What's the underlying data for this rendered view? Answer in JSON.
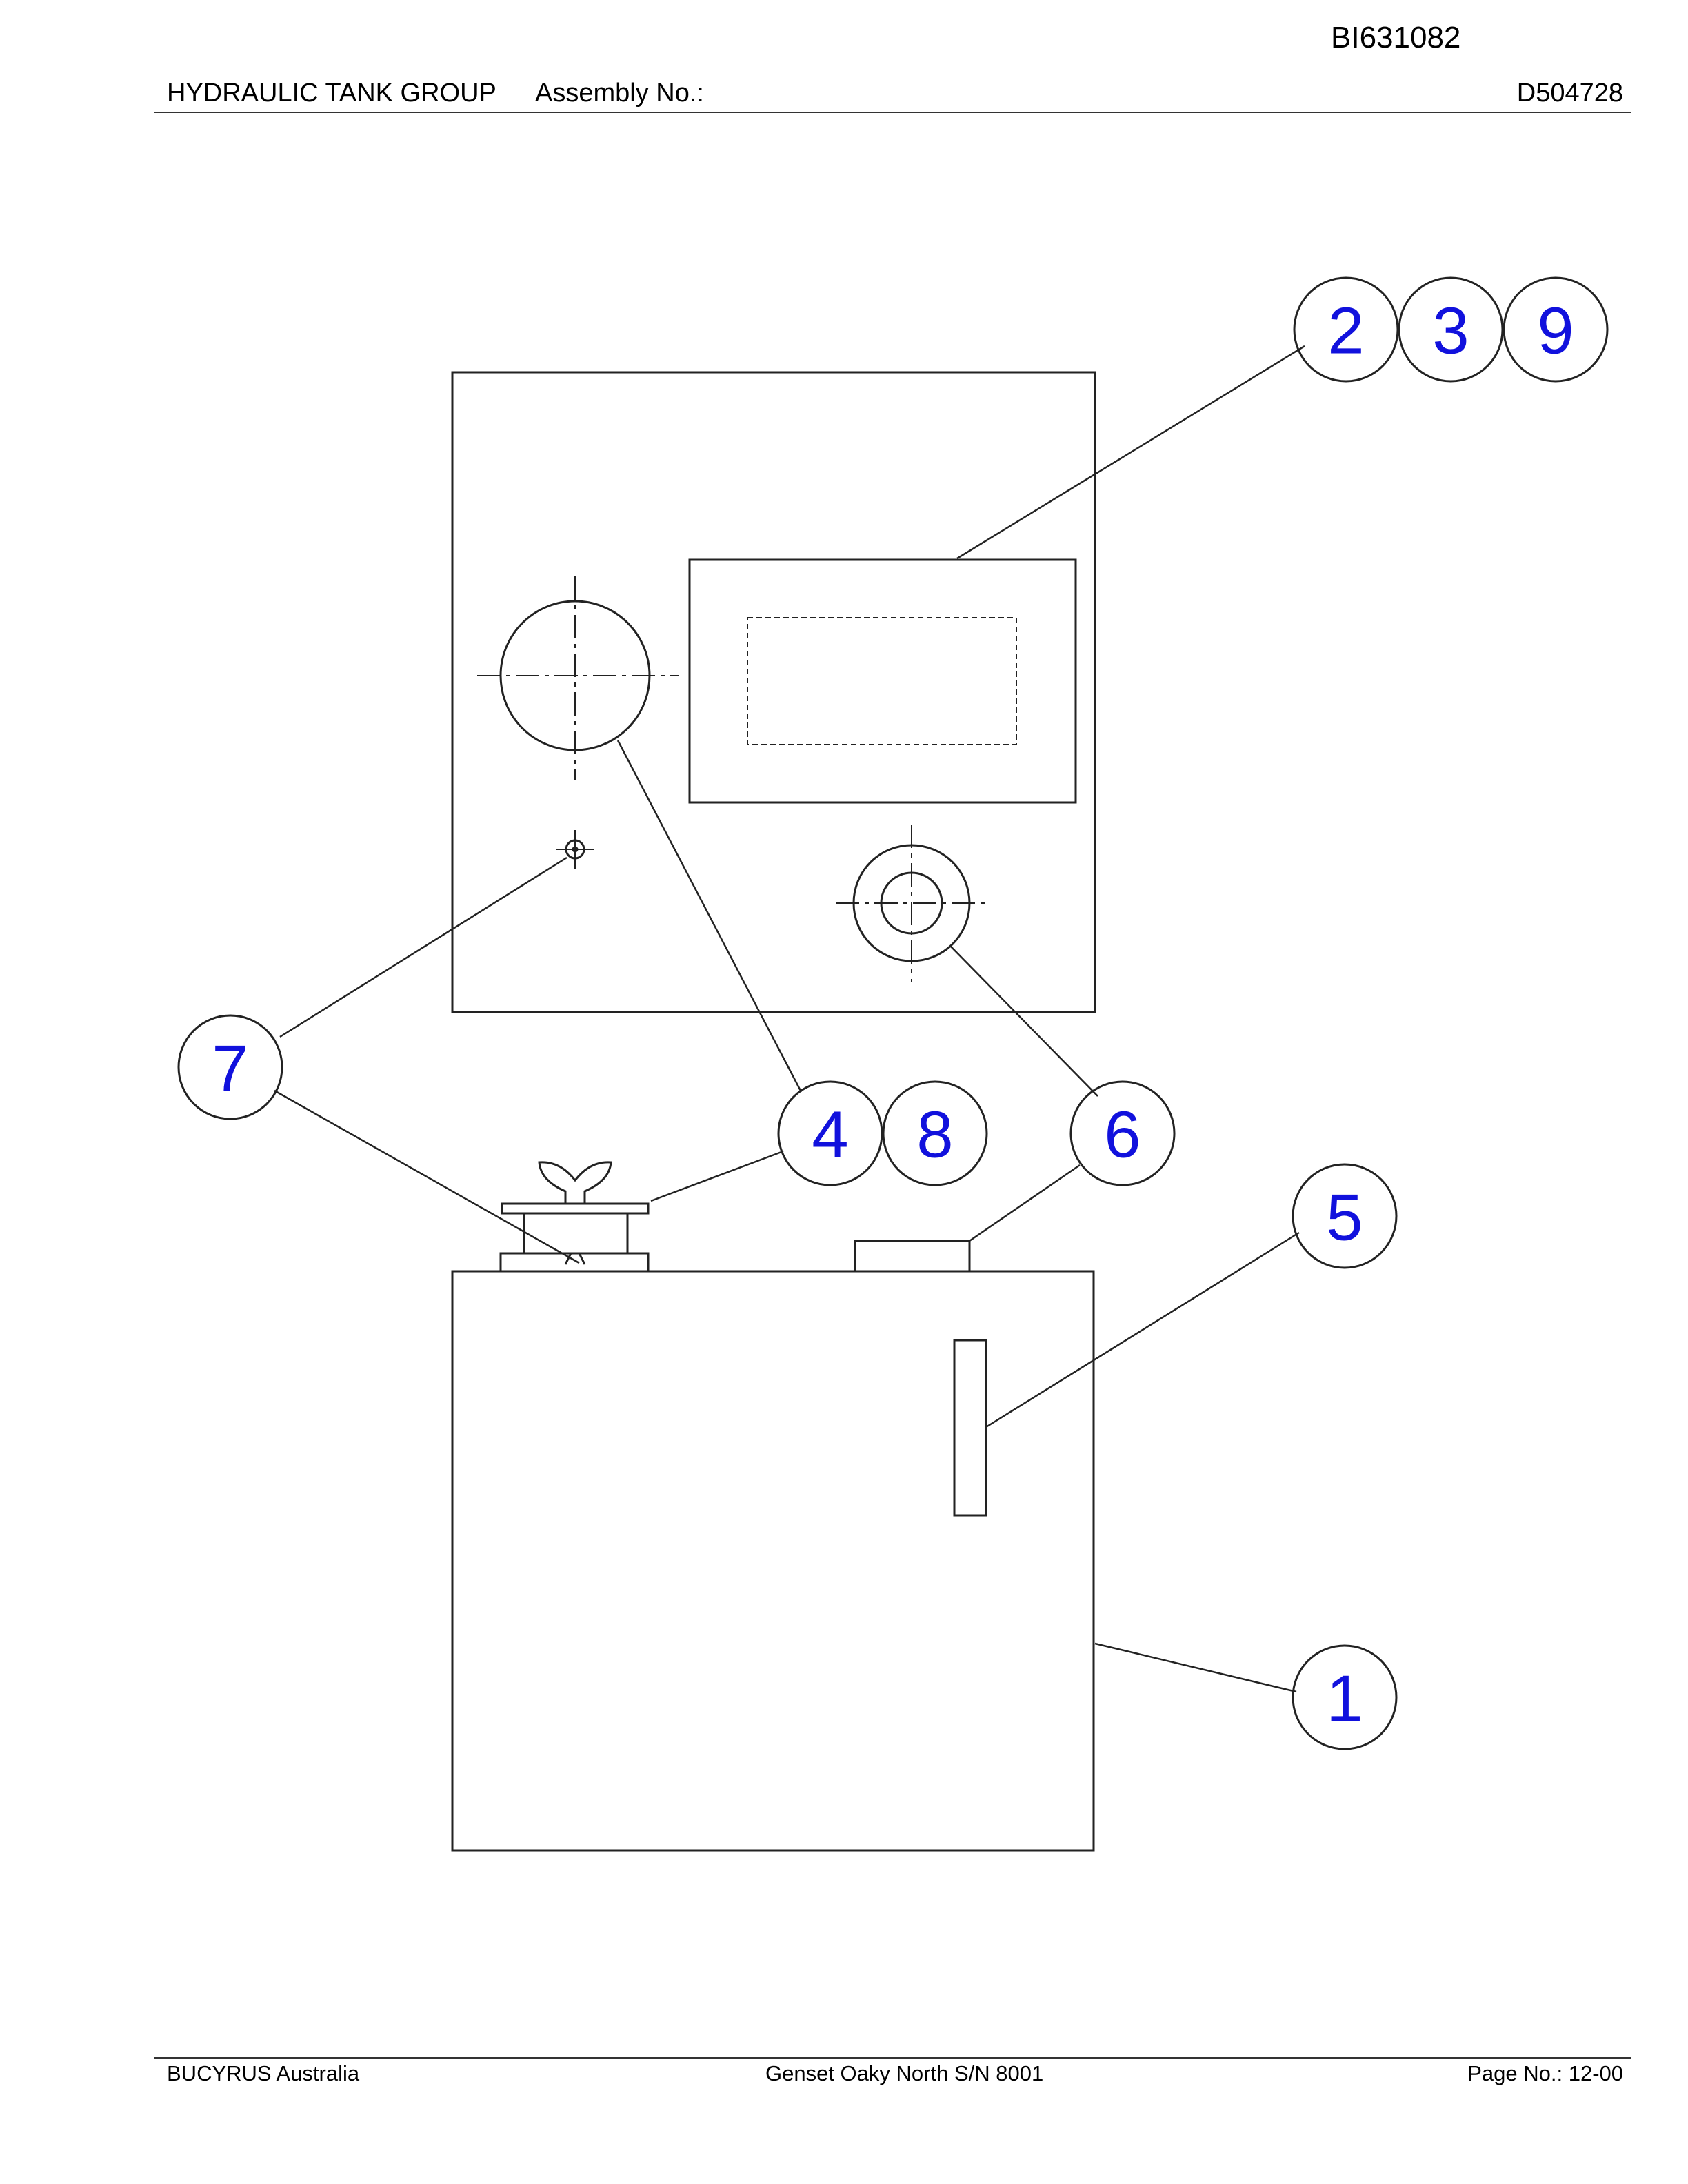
{
  "header": {
    "doc_id": "BI631082",
    "title": "HYDRAULIC TANK GROUP",
    "assembly_label": "Assembly No.:",
    "assembly_number": "D504728"
  },
  "footer": {
    "company": "BUCYRUS Australia",
    "project": "Genset Oaky North S/N 8001",
    "page_label": "Page No.:   12-00"
  },
  "callouts": {
    "c1": "1",
    "c2": "2",
    "c3": "3",
    "c4": "4",
    "c5": "5",
    "c6": "6",
    "c7": "7",
    "c8": "8",
    "c9": "9"
  },
  "colors": {
    "callout_text": "#1111dd",
    "line": "#222222"
  }
}
